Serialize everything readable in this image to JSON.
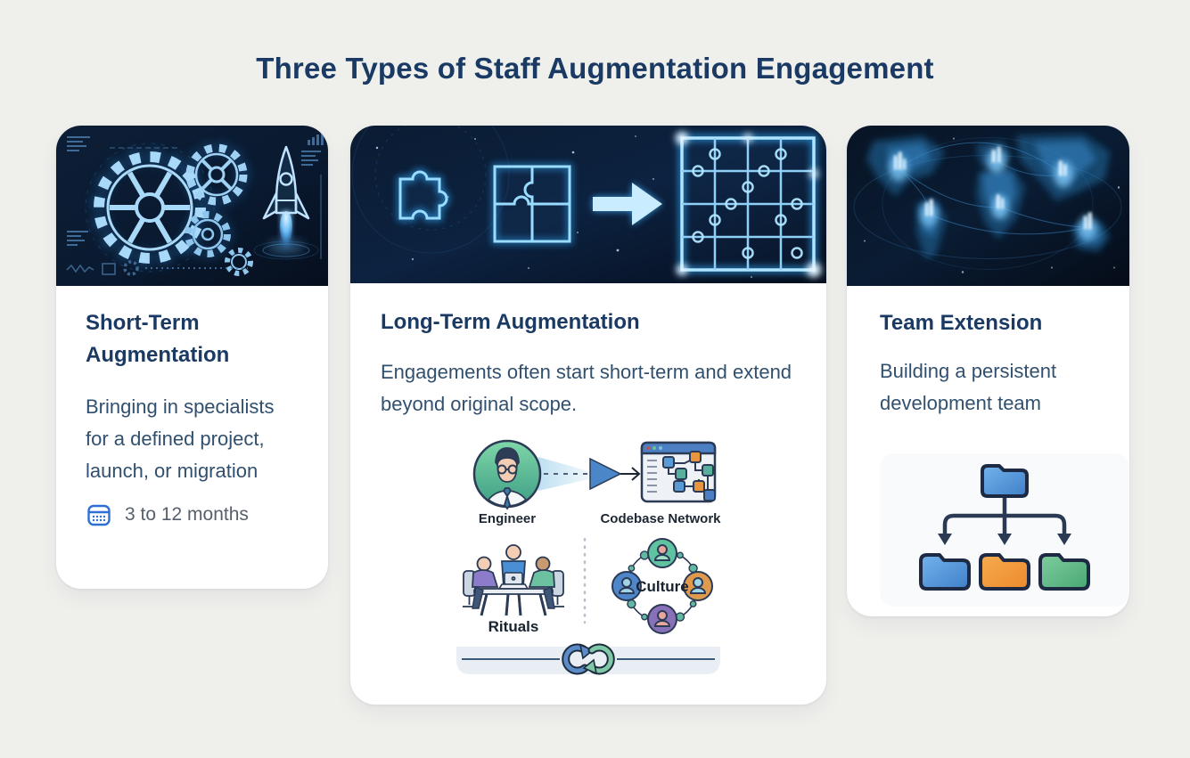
{
  "page": {
    "title": "Three Types of Staff Augmentation Engagement"
  },
  "cards": [
    {
      "title": "Short-Term Augmentation",
      "description": "Bringing in specialists for a defined project, launch, or migration",
      "duration": "3 to 12 months",
      "image": "blueprint-rocket-and-gears"
    },
    {
      "title": "Long-Term Augmentation",
      "description": "Engagements often start short-term and extend beyond original scope.",
      "image": "glowing-puzzle-assembly",
      "labels": {
        "engineer": "Engineer",
        "codebase_network": "Codebase Network",
        "rituals": "Rituals",
        "culture": "Culture"
      }
    },
    {
      "title": "Team Extension",
      "description": "Building a persistent development team",
      "image": "glowing-world-network-map"
    }
  ],
  "colors": {
    "page_background": "#efefec",
    "heading_navy": "#1a3a64",
    "body_text": "#31506f",
    "muted_text": "#56606d",
    "calendar_blue": "#2e6fd6",
    "glow_blue": "#9fd8ff",
    "folder_blue": "#4a90d9",
    "folder_orange": "#f0953f",
    "folder_green": "#55b583"
  }
}
